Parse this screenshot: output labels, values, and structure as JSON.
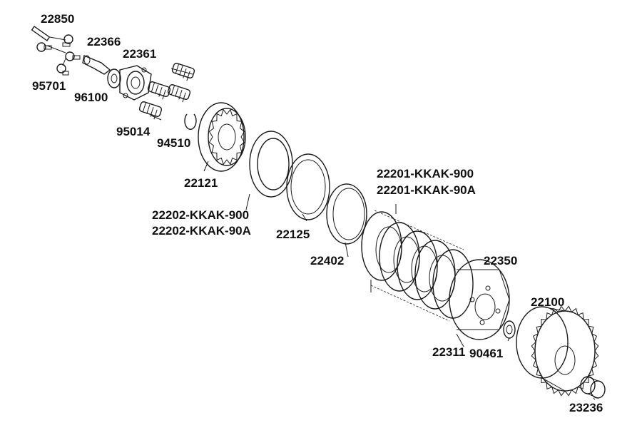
{
  "parts": [
    {
      "id": "p22850",
      "label": "22850"
    },
    {
      "id": "p22366",
      "label": "22366"
    },
    {
      "id": "p22361",
      "label": "22361"
    },
    {
      "id": "p95701",
      "label": "95701"
    },
    {
      "id": "p96100",
      "label": "96100"
    },
    {
      "id": "p95014",
      "label": "95014"
    },
    {
      "id": "p94510",
      "label": "94510"
    },
    {
      "id": "p22121",
      "label": "22121"
    },
    {
      "id": "p22202a",
      "label": "22202-KKAK-900"
    },
    {
      "id": "p22202b",
      "label": "22202-KKAK-90A"
    },
    {
      "id": "p22125",
      "label": "22125"
    },
    {
      "id": "p22201a",
      "label": "22201-KKAK-900"
    },
    {
      "id": "p22201b",
      "label": "22201-KKAK-90A"
    },
    {
      "id": "p22402",
      "label": "22402"
    },
    {
      "id": "p22350",
      "label": "22350"
    },
    {
      "id": "p22100",
      "label": "22100"
    },
    {
      "id": "p22311",
      "label": "22311"
    },
    {
      "id": "p90461",
      "label": "90461"
    },
    {
      "id": "p23236",
      "label": "23236"
    }
  ]
}
